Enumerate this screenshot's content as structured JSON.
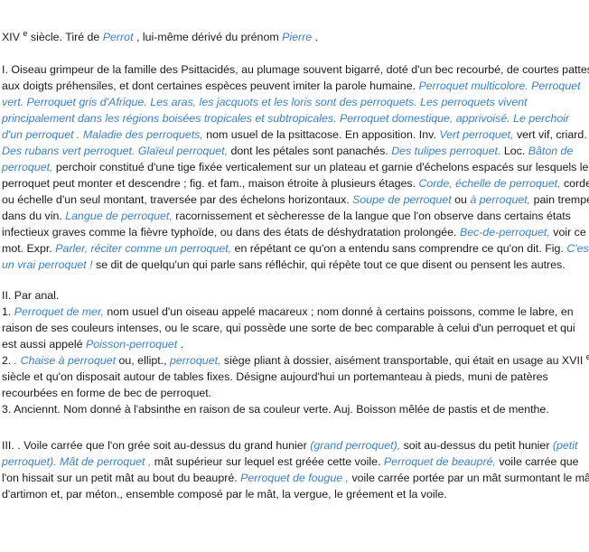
{
  "etymology": [
    [
      [
        "t",
        "XIV "
      ],
      [
        "sup",
        "e"
      ],
      [
        "t",
        " siècle. Tiré de "
      ],
      [
        "e",
        "Perrot"
      ],
      [
        "t",
        " , lui-même dérivé du prénom "
      ],
      [
        "e",
        "Pierre"
      ],
      [
        "t",
        " ."
      ]
    ]
  ],
  "section1": [
    [
      [
        "t",
        "I. Oiseau grimpeur de la famille des Psittacidés, au plumage souvent bigarré, doté d'un bec recourbé, de courtes pattes"
      ]
    ],
    [
      [
        "t",
        "aux doigts préhensiles, et dont certaines espèces peuvent imiter la parole humaine. "
      ],
      [
        "e",
        "Perroquet multicolore. Perroquet"
      ]
    ],
    [
      [
        "e",
        "vert. Perroquet gris d'Afrique. Les aras, les jacquots et les loris sont des perroquets. Les perroquets vivent"
      ]
    ],
    [
      [
        "e",
        "principalement dans les régions boisées tropicales et subtropicales. Perroquet domestique, apprivoisé. Le perchoir"
      ]
    ],
    [
      [
        "e",
        "d'un perroquet . Maladie des perroquets,"
      ],
      [
        "t",
        " nom usuel de la psittacose. En apposition. Inv. "
      ],
      [
        "e",
        "Vert perroquet,"
      ],
      [
        "t",
        " vert vif, criard."
      ]
    ],
    [
      [
        "e",
        "Des rubans vert perroquet. Glaïeul perroquet,"
      ],
      [
        "t",
        " dont les pétales sont panachés. "
      ],
      [
        "e",
        "Des tulipes perroquet."
      ],
      [
        "t",
        " Loc. "
      ],
      [
        "e",
        "Bâton de"
      ]
    ],
    [
      [
        "e",
        "perroquet,"
      ],
      [
        "t",
        " perchoir constitué d'une tige fixée verticalement sur un plateau et garnie d'échelons espacés sur lesquels le"
      ]
    ],
    [
      [
        "t",
        "perroquet peut monter et descendre ; fig. et fam., maison étroite à plusieurs étages. "
      ],
      [
        "e",
        "Corde, échelle de perroquet,"
      ],
      [
        "t",
        " corde"
      ]
    ],
    [
      [
        "t",
        "ou échelle d'un seul montant, traversée par des échelons horizontaux. "
      ],
      [
        "e",
        "Soupe de perroquet"
      ],
      [
        "t",
        " ou "
      ],
      [
        "e",
        "à perroquet,"
      ],
      [
        "t",
        " pain trempé"
      ]
    ],
    [
      [
        "t",
        "dans du vin. "
      ],
      [
        "e",
        "Langue de perroquet,"
      ],
      [
        "t",
        " racornissement et sècheresse de la langue que l'on observe dans certains états"
      ]
    ],
    [
      [
        "t",
        "infectieux graves comme la fièvre typhoïde, ou dans des états de déshydratation prolongée. "
      ],
      [
        "e",
        "Bec-de-perroquet,"
      ],
      [
        "t",
        " voir ce"
      ]
    ],
    [
      [
        "t",
        "mot. Expr. "
      ],
      [
        "e",
        "Parler, réciter comme un perroquet,"
      ],
      [
        "t",
        " en répétant ce qu'on a entendu sans comprendre ce qu'on dit. Fig. "
      ],
      [
        "e",
        "C'est"
      ]
    ],
    [
      [
        "e",
        "un vrai perroquet !"
      ],
      [
        "t",
        " se dit de quelqu'un qui parle sans réfléchir, qui répète tout ce que disent ou pensent les autres."
      ]
    ]
  ],
  "section2": [
    [
      [
        "t",
        "II. Par anal."
      ]
    ],
    [
      [
        "t",
        "1. "
      ],
      [
        "e",
        "Perroquet de mer,"
      ],
      [
        "t",
        " nom usuel d'un oiseau appelé macareux ; nom donné à certains poissons, comme le labre, en"
      ]
    ],
    [
      [
        "t",
        "raison de ses couleurs intenses, ou le scare, qui possède une sorte de bec comparable à celui d'un perroquet et qui"
      ]
    ],
    [
      [
        "t",
        "est aussi appelé "
      ],
      [
        "e",
        "Poisson-perroquet"
      ],
      [
        "t",
        " ."
      ]
    ],
    [
      [
        "t",
        "2. "
      ],
      [
        "e",
        ". Chaise à perroquet"
      ],
      [
        "t",
        " ou, ellipt., "
      ],
      [
        "e",
        "perroquet,"
      ],
      [
        "t",
        " siège pliant à dossier, aisément transportable, qui était en usage au XVII "
      ],
      [
        "sup",
        "e"
      ]
    ],
    [
      [
        "t",
        "siècle et qu'on disposait autour de tables fixes. Désigne aujourd'hui un portemanteau à pieds, muni de patères"
      ]
    ],
    [
      [
        "t",
        "recourbées en forme de bec de perroquet."
      ]
    ],
    [
      [
        "t",
        "3. Anciennt. Nom donné à l'absinthe en raison de sa couleur verte. Auj. Boisson mêlée de pastis et de menthe."
      ]
    ]
  ],
  "section3": [
    [
      [
        "t",
        "III. . Voile carrée que l'on grée soit au-dessus du grand hunier "
      ],
      [
        "e",
        "(grand perroquet),"
      ],
      [
        "t",
        " soit au-dessus du petit hunier "
      ],
      [
        "e",
        "(petit"
      ]
    ],
    [
      [
        "e",
        "perroquet). Mât de perroquet ,"
      ],
      [
        "t",
        " mât supérieur sur lequel est gréée cette voile. "
      ],
      [
        "e",
        "Perroquet de beaupré,"
      ],
      [
        "t",
        " voile carrée que"
      ]
    ],
    [
      [
        "t",
        "l'on hissait sur un petit mât au bout du beaupré. "
      ],
      [
        "e",
        "Perroquet de fougue ,"
      ],
      [
        "t",
        " voile carrée portée par un mât surmontant le mât"
      ]
    ],
    [
      [
        "t",
        "d'artimon et, par méton., ensemble composé par le mât, la vergue, le gréement et la voile."
      ]
    ]
  ]
}
